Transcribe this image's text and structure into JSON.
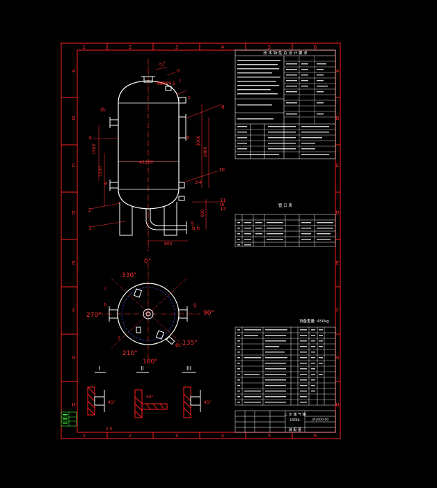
{
  "colors": {
    "background": "#000000",
    "frame": "#ff2020",
    "linework": "#ffffff",
    "dimension": "#ff3030",
    "centerline": "#ff3030",
    "stamp": "#40ff40",
    "crosshatch": "#ff2020"
  },
  "frame": {
    "col_numbers": [
      "1",
      "2",
      "3",
      "4",
      "5",
      "6"
    ],
    "row_letters": [
      "A",
      "B",
      "C",
      "D",
      "E",
      "F",
      "G",
      "H"
    ]
  },
  "elevation": {
    "top_labels": {
      "a": "a,f",
      "ii": "II",
      "i": "I"
    },
    "nozzle_dim": "Φ89×4.5",
    "d1": "d₁",
    "c": "c",
    "b": "b",
    "e": "e",
    "iii": "III",
    "g": "g",
    "bh": "b,h",
    "diameter": "Φ1200",
    "dim_left_1": "1500",
    "dim_left_2": "1250",
    "dim_right_1": "3000",
    "dim_right_2": "2400",
    "dim_right_3": "600",
    "dim_base": "800",
    "part_numbers": [
      "3",
      "8",
      "2",
      "1",
      "10",
      "11",
      "12",
      "3/4"
    ]
  },
  "plan": {
    "angles": {
      "top": "0°",
      "left": "270°",
      "right": "90°",
      "bottom": "180°",
      "ne": "330°",
      "sw": "210°",
      "se": "135°"
    },
    "labels": {
      "b": "b",
      "g": "g",
      "d1": "d₁",
      "c": "c",
      "f": "f"
    }
  },
  "details": {
    "t1": "I",
    "t2": "II",
    "t3": "III",
    "a1": "45°",
    "a2": "50°",
    "a3": "45°",
    "dim": "2.5"
  },
  "tables": {
    "tech_title": "技 术 特 性 及 设 计 要 求",
    "nozzle_title": "管 口 表",
    "weight_label": "设备重量: 450kg",
    "title_block": {
      "name": "二 次 储 气 罐",
      "sub": "1000L",
      "drawing": "装 配 图",
      "number": "LR2000-00"
    }
  }
}
